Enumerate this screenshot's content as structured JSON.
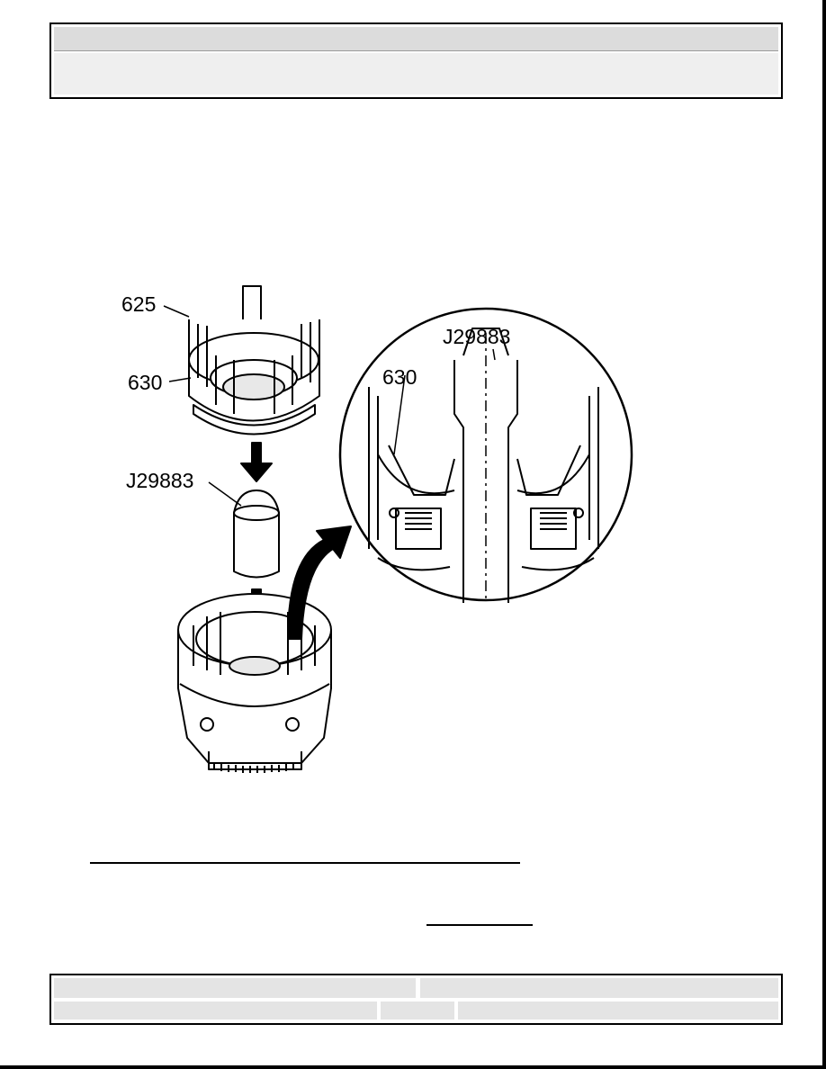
{
  "header": {
    "title": "",
    "subtitle": ""
  },
  "figure": {
    "labels": {
      "piston": "625",
      "spring": "630",
      "tool": "J29883",
      "detail_tool": "J29883",
      "detail_spring": "630"
    }
  },
  "footer": {
    "left_top": "",
    "right_top": "",
    "left_bottom": "",
    "mid_bottom": "",
    "right_bottom": ""
  }
}
